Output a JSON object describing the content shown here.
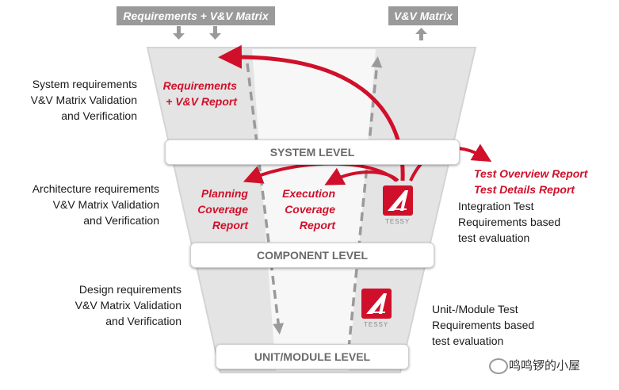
{
  "top_tags": {
    "left": "Requirements + V&V Matrix",
    "right": "V&V Matrix"
  },
  "levels": {
    "system": "SYSTEM LEVEL",
    "component": "COMPONENT LEVEL",
    "unit": "UNIT/MODULE LEVEL"
  },
  "left_labels": {
    "system": [
      "System requirements",
      "V&V Matrix Validation",
      "and Verification"
    ],
    "architecture": [
      "Architecture requirements",
      "V&V Matrix Validation",
      "and Verification"
    ],
    "design": [
      "Design requirements",
      "V&V Matrix Validation",
      "and Verification"
    ]
  },
  "reports": {
    "requirements": [
      "Requirements",
      "+ V&V Report"
    ],
    "planning": [
      "Planning",
      "Coverage",
      "Report"
    ],
    "execution": [
      "Execution",
      "Coverage",
      "Report"
    ],
    "test_overview": [
      "Test Overview Report",
      "Test Details Report"
    ]
  },
  "right_labels": {
    "integration": [
      "Integration Test",
      "Requirements based",
      "test evaluation"
    ],
    "unit": [
      "Unit-/Module Test",
      "Requirements based",
      "test evaluation"
    ]
  },
  "logo_caption": "TESSY",
  "watermark": "鸣鸣锣的小屋",
  "colors": {
    "accent_red": "#d0102a",
    "funnel_gray": "#e6e6e6",
    "tag_gray": "#9a9a9a"
  },
  "icons": [
    "down-arrow-icon",
    "up-arrow-icon",
    "tessy-logo-icon",
    "wechat-icon"
  ]
}
